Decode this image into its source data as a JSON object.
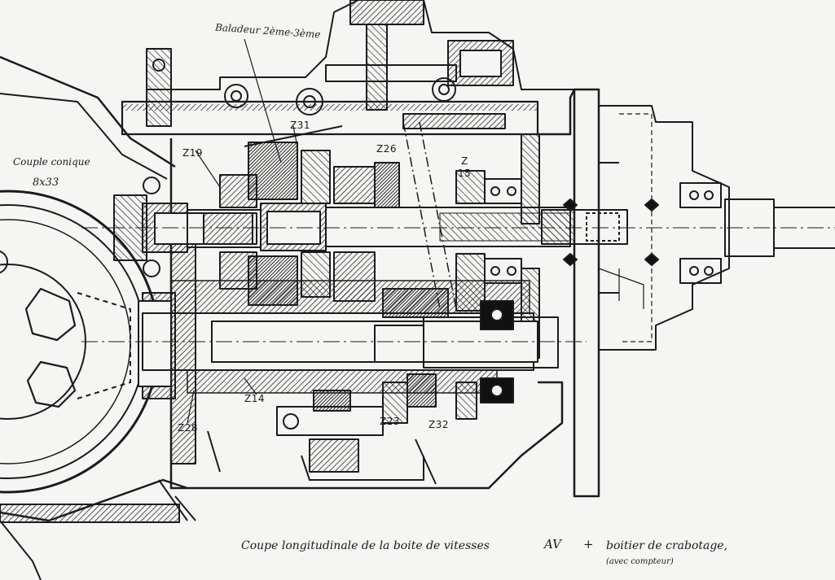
{
  "annotations": {
    "baladeur": "Baladeur 2ème-3ème",
    "couple_conique_1": "Couple conique",
    "couple_conique_2": "8x33",
    "z19": "Z19",
    "z31": "Z31",
    "z26": "Z26",
    "z15_num": "Z",
    "z15_den": "15",
    "z14": "Z14",
    "z28": "Z28",
    "z23": "Z23",
    "z32": "Z32"
  },
  "caption": {
    "main": "Coupe longitudinale de la boite de vitesses",
    "av": "AV",
    "plus": "+",
    "tail": "boitier de crabotage,",
    "sub": "(avec compteur)"
  },
  "colors": {
    "ink": "#1b1b1b",
    "paper": "#f5f5f3",
    "hatch": "#3a3a3a"
  }
}
